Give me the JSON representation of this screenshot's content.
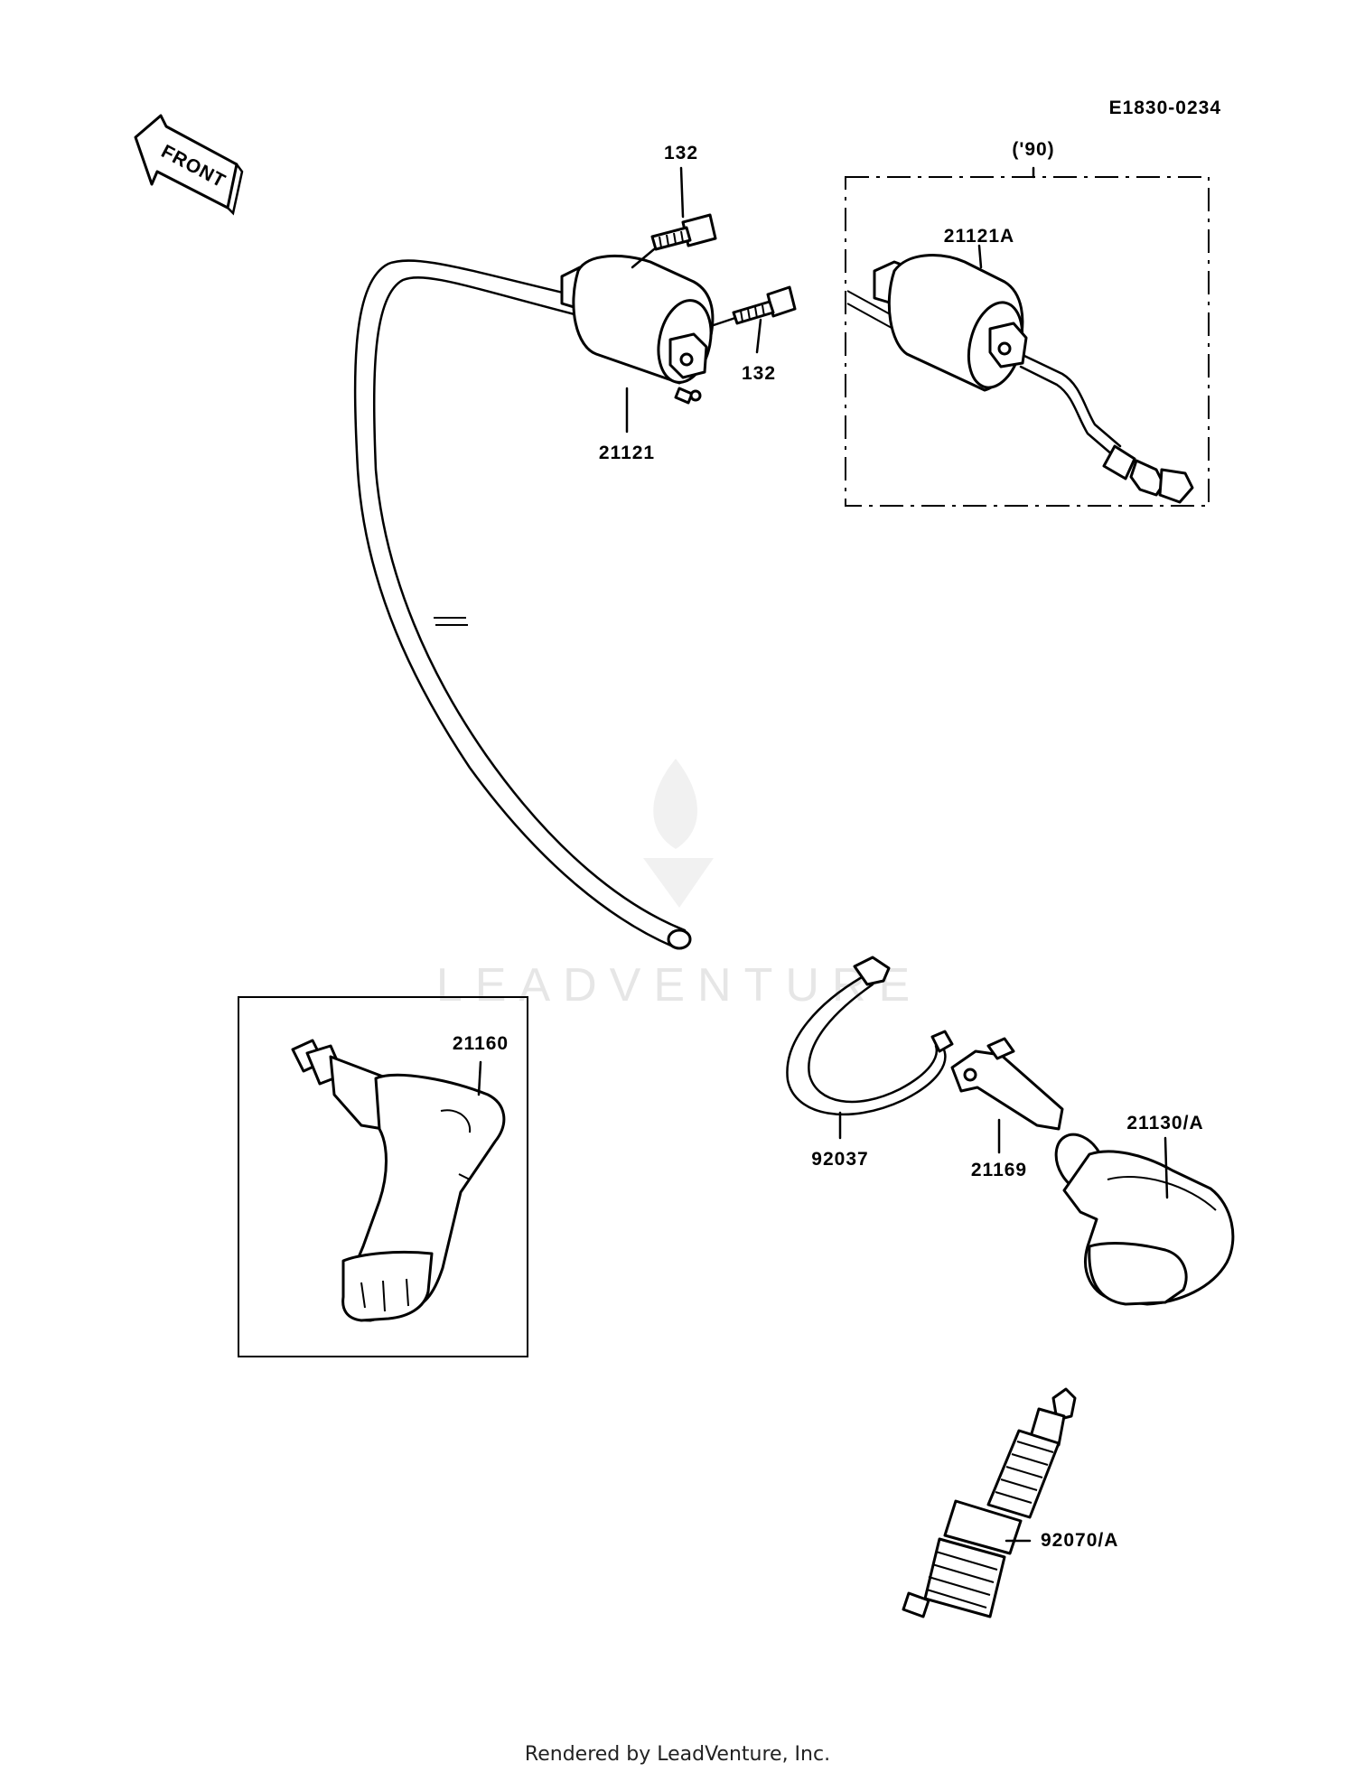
{
  "diagram_id": "E1830-0234",
  "front_label": "FRONT",
  "inset_year": "('90)",
  "watermark": "LEADVENTURE",
  "footer": "Rendered by LeadVenture, Inc.",
  "callouts": {
    "bolt_top": "132",
    "bolt_right": "132",
    "coil": "21121",
    "coil_alt": "21121A",
    "cap_boxed": "21160",
    "band": "92037",
    "clamp": "21169",
    "cap": "21130/A",
    "spark_plug": "92070/A"
  }
}
